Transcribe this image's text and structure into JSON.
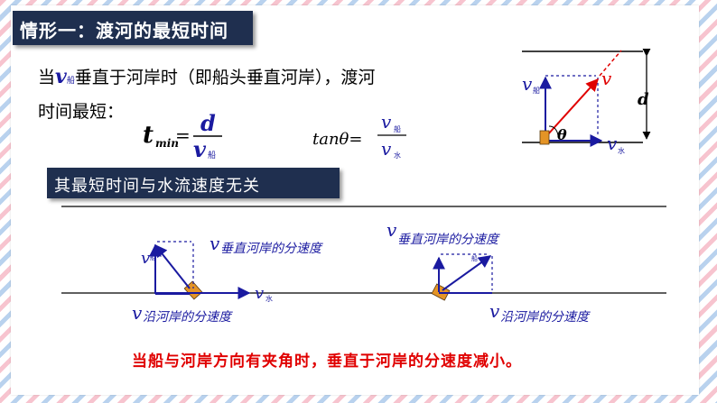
{
  "slide": {
    "title": "情形一：渡河的最短时间",
    "intro_prefix": "当",
    "intro_v": "v",
    "intro_v_sub": "船",
    "intro_line1_rest": "垂直于河岸时（即船头垂直河岸），渡河",
    "intro_line2": "时间最短：",
    "formula_t": "t",
    "formula_t_sub": "min",
    "formula_eq": "=",
    "formula_num": "d",
    "formula_den_v": "v",
    "formula_den_sub": "船",
    "tan_label": "tanθ=",
    "tan_num_v": "v",
    "tan_num_sub": "船",
    "tan_den_v": "v",
    "tan_den_sub": "水",
    "banner": "其最短时间与水流速度无关",
    "conclusion": "当船与河岸方向有夹角时，垂直于河岸的分速度减小。"
  },
  "diagram_top": {
    "v_boat": "v",
    "v_boat_sub": "船",
    "v_result": "v",
    "v_water": "v",
    "v_water_sub": "水",
    "angle": "θ",
    "distance": "d"
  },
  "diagram_bottom": {
    "left_v": "v",
    "left_v_sub": "船",
    "left_perp_v": "v",
    "left_perp_label": "垂直河岸的分速度",
    "left_water_v": "v",
    "left_water_sub": "水",
    "left_along_v": "v",
    "left_along_label": "沿河岸的分速度",
    "right_perp_v": "v",
    "right_perp_label": "垂直河岸的分速度",
    "right_v_sub": "船",
    "right_along_v": "v",
    "right_along_label": "沿河岸的分速度"
  },
  "colors": {
    "navy": "#1f2f4f",
    "vector_blue": "#1a1aa0",
    "red": "#e00000"
  }
}
